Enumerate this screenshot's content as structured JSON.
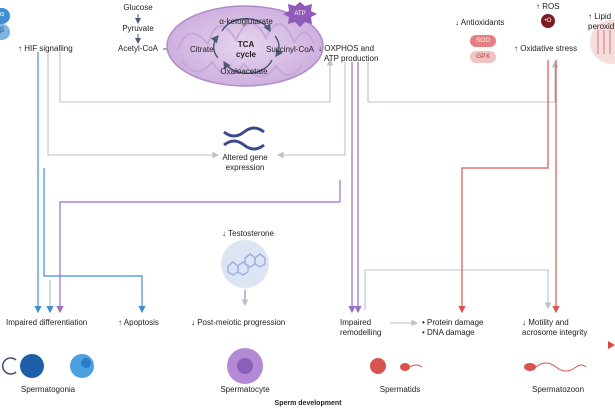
{
  "metabolism": {
    "glucose": "Glucose",
    "pyruvate": "Pyruvate",
    "acetyl_coa": "Acetyl-CoA",
    "citrate": "Citrate",
    "alpha_kg": "α-ketoglutarate",
    "succinyl_coa": "Succinyl-CoA",
    "oxaloacetate": "Oxaloacetate",
    "tca_line1": "TCA",
    "tca_line2": "cycle",
    "atp": "ATP"
  },
  "top_labels": {
    "hif_alpha": "α",
    "hif_beta": "β",
    "hif_signalling": "↑ HIF signalling",
    "oxphos_line1": "↓ OXPHOS and",
    "oxphos_line2": "ATP production",
    "antioxidants": "↓ Antioxidants",
    "sod": "SOD",
    "gpx": "GPX",
    "ros": "↑ ROS",
    "ros_symbol": "•O",
    "oxidative_stress": "↑ Oxidative stress",
    "lipid_line1": "↑ Lipid",
    "lipid_line2": "peroxid"
  },
  "middle_labels": {
    "gene_line1": "Altered gene",
    "gene_line2": "expression",
    "testosterone": "↓ Testosterone"
  },
  "outcomes": {
    "impaired_differentiation": "Impaired differentiation",
    "apoptosis": "↑ Apoptosis",
    "post_meiotic": "↓ Post-meiotic progression",
    "remodelling_line1": "Impaired",
    "remodelling_line2": "remodelling",
    "protein_damage": "• Protein damage",
    "dna_damage": "• DNA damage",
    "motility_line1": "↓ Motility and",
    "motility_line2": "acrosome integrity"
  },
  "stages": {
    "spermatogonia": "Spermatogonia",
    "spermatocyte": "Spermatocyte",
    "spermatids": "Spermatids",
    "spermatozoon": "Spermatozoon",
    "axis_title": "Sperm development"
  },
  "colors": {
    "blue": "#3d8fd1",
    "light_blue": "#a9c4da",
    "purple": "#9b6fc6",
    "red": "#d9534f",
    "grey": "#b9c2cb",
    "mito_fill": "#d9c3e6",
    "sod_fill": "#e57f7f",
    "gpx_fill": "#f2c3c3"
  }
}
